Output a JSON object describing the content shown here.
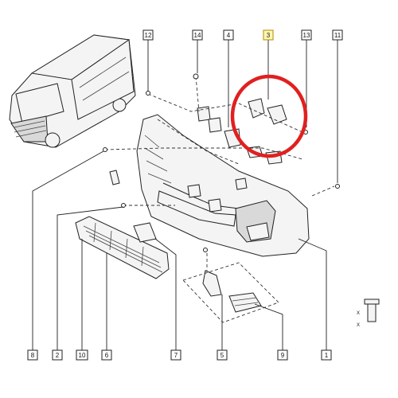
{
  "diagram": {
    "callouts": [
      {
        "id": "12",
        "label": "12"
      },
      {
        "id": "14",
        "label": "14"
      },
      {
        "id": "4",
        "label": "4"
      },
      {
        "id": "3",
        "label": "3",
        "highlighted": true
      },
      {
        "id": "13",
        "label": "13"
      },
      {
        "id": "11",
        "label": "11"
      },
      {
        "id": "8",
        "label": "8"
      },
      {
        "id": "2",
        "label": "2"
      },
      {
        "id": "10",
        "label": "10"
      },
      {
        "id": "6",
        "label": "6"
      },
      {
        "id": "7",
        "label": "7"
      },
      {
        "id": "5",
        "label": "5"
      },
      {
        "id": "9",
        "label": "9"
      },
      {
        "id": "1",
        "label": "1"
      }
    ],
    "fastener_labels": {
      "x": "X"
    },
    "colors": {
      "highlight_ring": "#e02020",
      "callout_highlight": "#fff7b0"
    }
  }
}
